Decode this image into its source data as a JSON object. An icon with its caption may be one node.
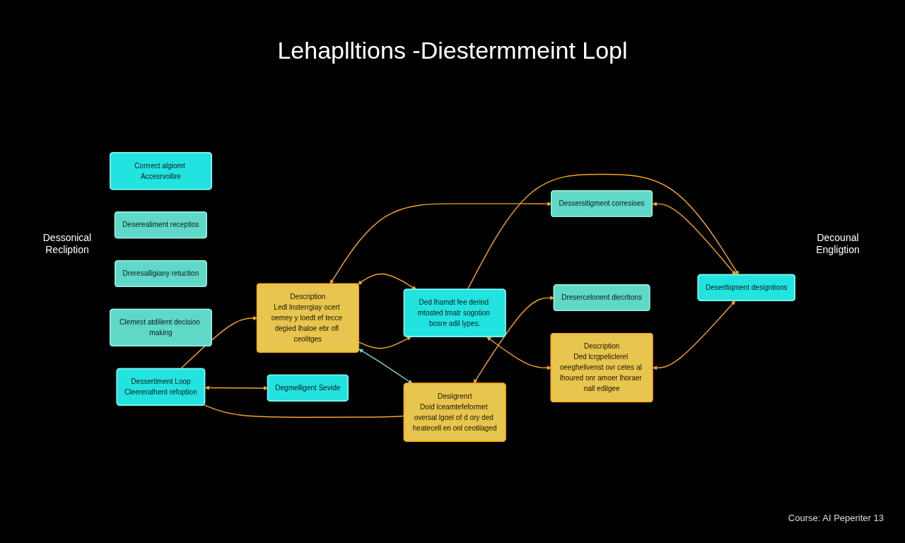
{
  "diagram": {
    "title": "Lehaplltions -Diestermmeint Lopl",
    "caption": "Course: AI Peperiter 13",
    "nodes": [
      {
        "text": [
          "Dessertiment Loop",
          "Cleererathent refoption"
        ]
      },
      {
        "text": [
          "Description",
          "Ledl lnsterrgiay ocert oemey y loedt ef tecce degied lhaloe ebr ofl ceolitges"
        ]
      },
      {
        "text": [
          "Ded lhamdt fee derind mtosted tmatr sogotion bosre adil lypes."
        ]
      },
      {
        "text": [
          "Description",
          "Ded lcrgpeliclerel oeeghelivenst ovr cetes al lhoured onr amoer lhoraer nall edilgee"
        ]
      },
      {
        "text": [
          "Desiigrenrt",
          "Doid lceamtefeformet oversal lgoel of d ory ded heatecell en onl ceotilaged"
        ]
      },
      {
        "text": [
          "Degmelligent Sevide"
        ]
      },
      {
        "text": [
          "Corrrect algiomt Accesrvollire"
        ]
      },
      {
        "text": [
          "Dessersitigment corresioes"
        ]
      },
      {
        "text": [
          "Deserealiment receptios"
        ]
      },
      {
        "text": [
          "Deserltiqment designtions"
        ]
      },
      {
        "text": [
          "Dreresalligiany retuction"
        ]
      },
      {
        "text": [
          "Dresercelonent diecrtions"
        ]
      },
      {
        "text": [
          "Clemest atdilient decision making"
        ]
      }
    ],
    "edges": [
      {
        "from": 0,
        "to": 1,
        "arrow": "to"
      },
      {
        "from": 1,
        "to": 2,
        "arrow": "both"
      },
      {
        "from": 2,
        "to": 3,
        "arrow": "both"
      },
      {
        "from": 1,
        "to": 4,
        "arrow": "both",
        "color": "#7fd6cc"
      },
      {
        "from": 1,
        "to": 2,
        "arrow": "to"
      },
      {
        "from": 0,
        "to": 5,
        "arrow": "both"
      },
      {
        "from": 1,
        "to": 7,
        "arrow": "both"
      },
      {
        "from": 2,
        "to": 9,
        "arrow": "to"
      },
      {
        "from": 4,
        "to": 11,
        "arrow": "both"
      },
      {
        "from": 0,
        "to": 4,
        "arrow": "none"
      },
      {
        "from": 7,
        "to": 9,
        "arrow": "both"
      },
      {
        "from": 3,
        "to": 9,
        "arrow": "both"
      }
    ],
    "labels": [
      "Dessonical Recliption",
      "Decounal Engligtion"
    ]
  }
}
